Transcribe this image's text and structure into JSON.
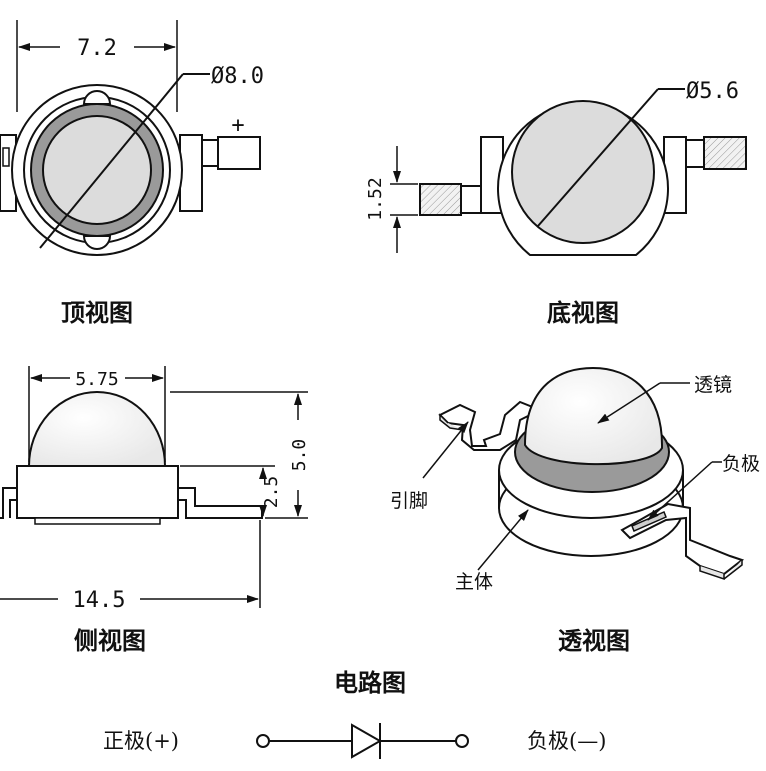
{
  "views": {
    "top": {
      "title": "顶视图",
      "width_dim": "7.2",
      "diameter_dim": "Ø8.0",
      "polarity_mark": "+"
    },
    "bottom": {
      "title": "底视图",
      "diameter_dim": "Ø5.6",
      "lead_thickness_dim": "1.52"
    },
    "side": {
      "title": "侧视图",
      "lens_width_dim": "5.75",
      "total_height_dim": "5.0",
      "body_height_dim": "2.5",
      "total_length_dim": "14.5"
    },
    "perspective": {
      "title": "透视图",
      "lens_label": "透镜",
      "cathode_label": "负极",
      "lead_label": "引脚",
      "body_label": "主体"
    }
  },
  "circuit": {
    "title": "电路图",
    "anode_label": "正极(+)",
    "cathode_label": "负极(—)"
  }
}
